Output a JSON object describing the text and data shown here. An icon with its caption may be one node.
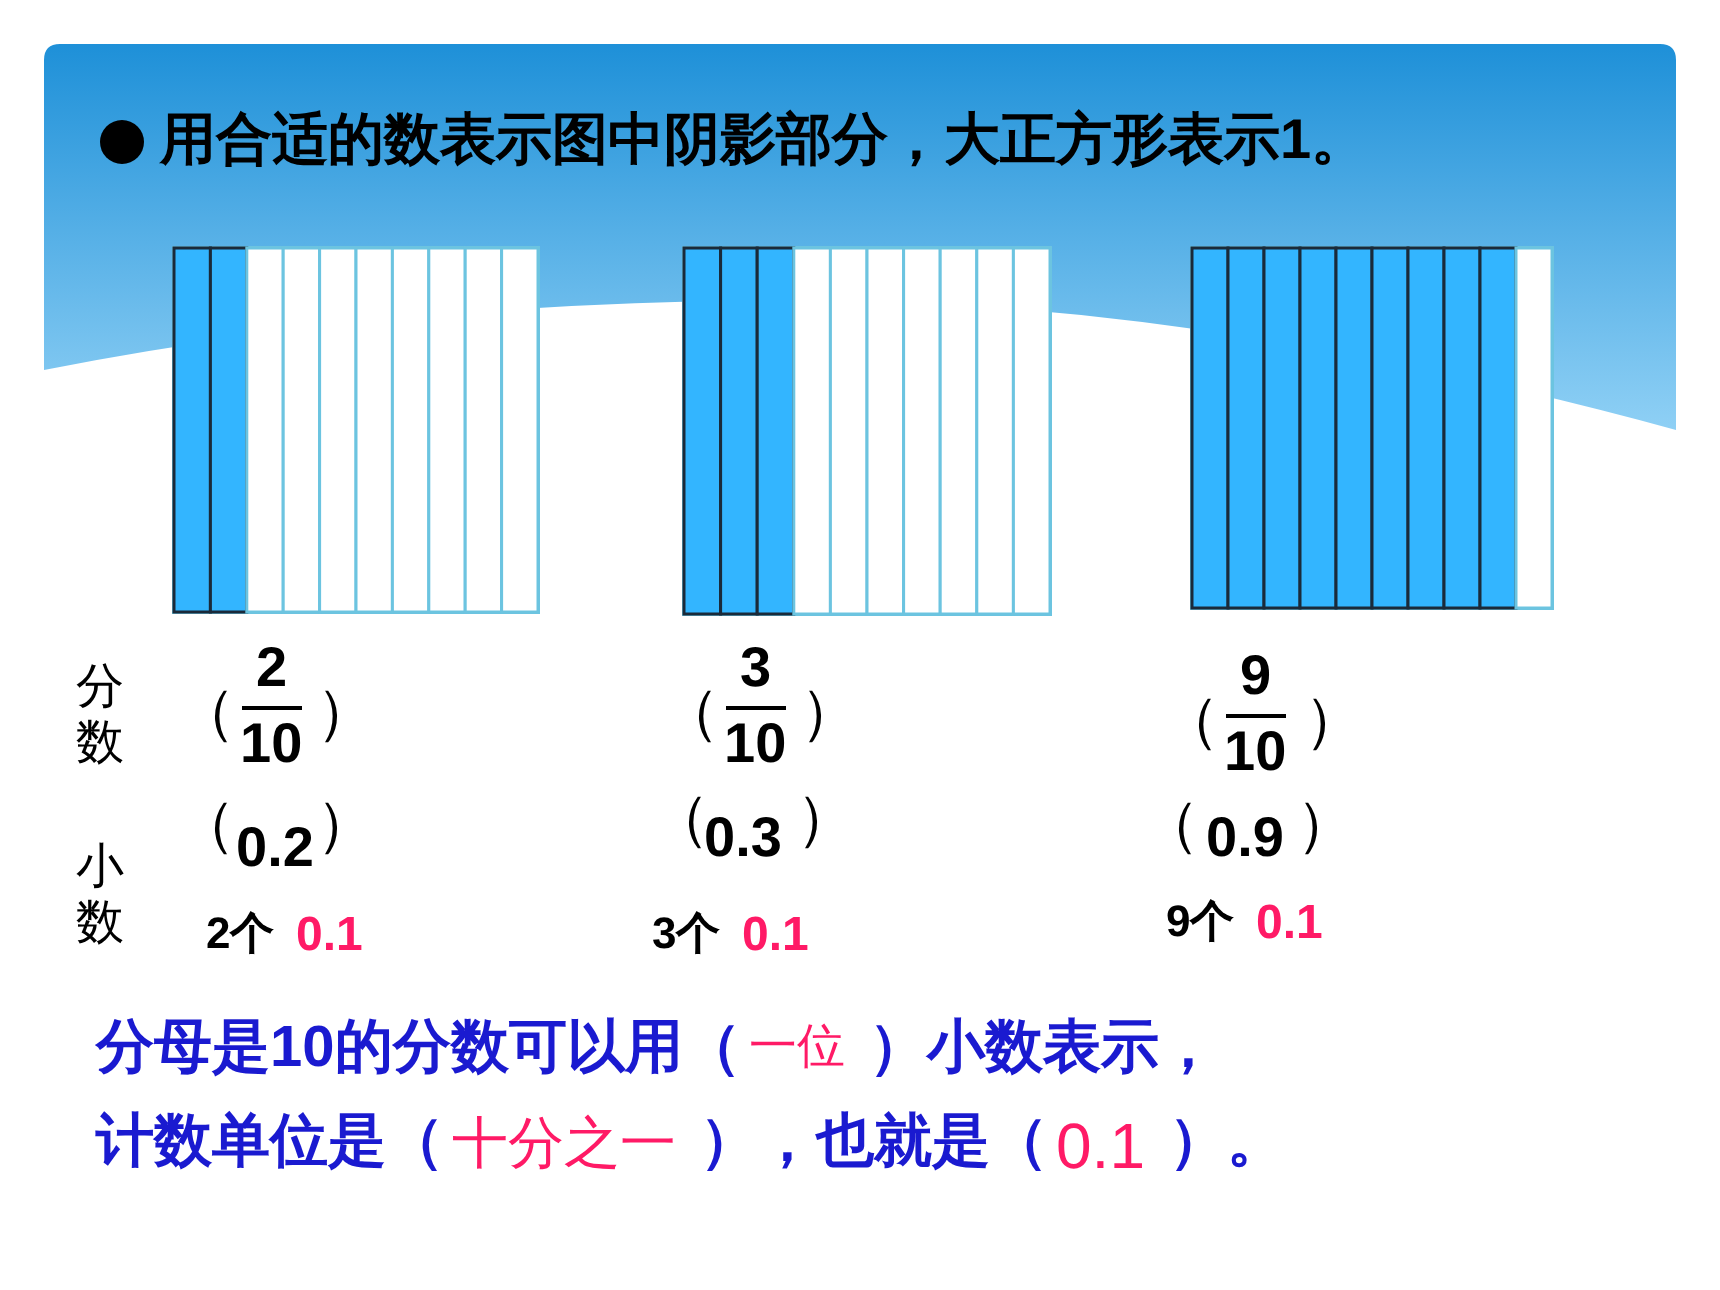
{
  "diagram": {
    "title": "用合适的数表示图中阴影部分，大正方形表示1。",
    "labels": [
      "分数",
      "小数",
      "（",
      "2",
      "10",
      "）",
      "（",
      "0.2",
      "）",
      "2个",
      "0.1",
      "（",
      "3",
      "10",
      "）",
      "（",
      "0.3",
      "）",
      "3个",
      "0.1",
      "（",
      "9",
      "10",
      "）",
      "（",
      "0.9",
      "）",
      "9个",
      "0.1",
      "分母是10的分数可以用（",
      "一位",
      "）小数表示，",
      "计数单位是（",
      "十分之一",
      "），也就是（",
      "0.1",
      "）。"
    ]
  }
}
